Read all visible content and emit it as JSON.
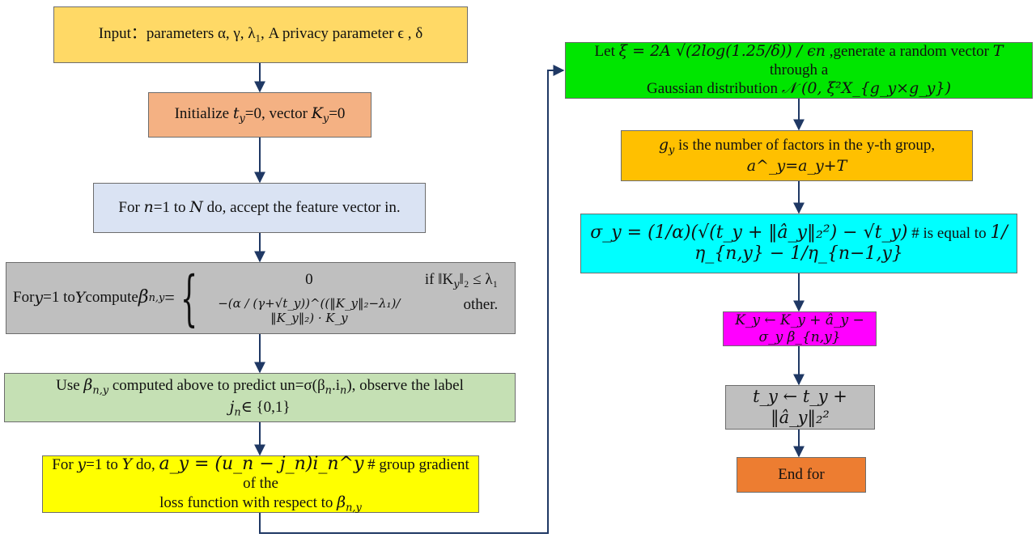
{
  "nodes": {
    "input": {
      "text": "Input：parameters α, γ, λ",
      "sub": "1",
      "rest": ", A privacy parameter ϵ , δ"
    },
    "init": {
      "pre": "Initialize ",
      "t": "t",
      "tsub": "y",
      "mid": "=0, vector ",
      "k": "K",
      "ksub": "y",
      "post": "=0"
    },
    "forn": {
      "pre": "For ",
      "n": "n",
      "mid": "=1 to ",
      "N": "N",
      "post": " do, accept the feature vector in."
    },
    "fory": {
      "pre": "For ",
      "y": "y",
      "mid": "=1 to ",
      "Y": "Y",
      "post": " compute ",
      "lhs": "β",
      "lhs_sub": "n,y",
      "eq": " =",
      "case1_value": "0",
      "case1_cond": "if ‖K",
      "case1_cond_sub": "y",
      "case1_cond_rest": "‖₂ ≤ λ₁",
      "case2_value": "−(α / (γ+√t_y))^((‖K_y‖₂−λ₁)/‖K_y‖₂) · K_y",
      "case2_cond": "other."
    },
    "use": {
      "line1_pre": "Use ",
      "beta": "β",
      "beta_sub": "n,y",
      "line1_post": " computed above to predict un=σ(β",
      "beta2_sub": "n",
      "dot": ".i",
      "i_sub": "n",
      "line1_end": "), observe the label",
      "line2_j": "j",
      "line2_sub": "n",
      "line2_rest": "∈ {0,1}"
    },
    "grad": {
      "pre": "For ",
      "y": "y",
      "mid": "=1 to ",
      "Y": "Y",
      "do": " do, ",
      "formula": "a_y = (u_n − j_n)i_n^y",
      "post": " # group gradient of the",
      "line2": "loss function with respect to ",
      "beta": "β",
      "beta_sub": "n,y"
    },
    "let": {
      "pre": "Let ",
      "formula": "ξ = 2A √(2log(1.25/δ)) / ϵn",
      "post": " ,generate a random vector ",
      "T": "T",
      "post2": " through a",
      "line2": "Gaussian distribution ",
      "dist": "𝒩 (0, ξ²X_{g_y×g_y})"
    },
    "gy": {
      "g": "g",
      "gsub": "y",
      "line1": " is the number of factors in the y-th group,",
      "line2": "a^_y=a_y+T"
    },
    "sigma": {
      "lhs": "σ_y = (1/α)(√(t_y + ‖â_y‖₂²) − √t_y)",
      "mid": " # is equal to ",
      "rhs": "1/η_{n,y} − 1/η_{n−1,y}"
    },
    "k_update": {
      "formula": "K_y ← K_y + â_y − σ_y β_{n,y}"
    },
    "t_update": {
      "formula": "t_y ← t_y + ‖â_y‖₂²"
    },
    "end": {
      "label": "End for"
    }
  },
  "colors": {
    "input": "#ffd966",
    "init": "#f4b183",
    "forn": "#dae3f3",
    "fory": "#bfbfbf",
    "use": "#c5e0b4",
    "grad": "#ffff00",
    "let": "#00e600",
    "gy": "#ffc000",
    "sigma": "#00ffff",
    "k_update": "#ff00ff",
    "t_update": "#bfbfbf",
    "end": "#ed7d31",
    "arrow": "#1f3864"
  }
}
